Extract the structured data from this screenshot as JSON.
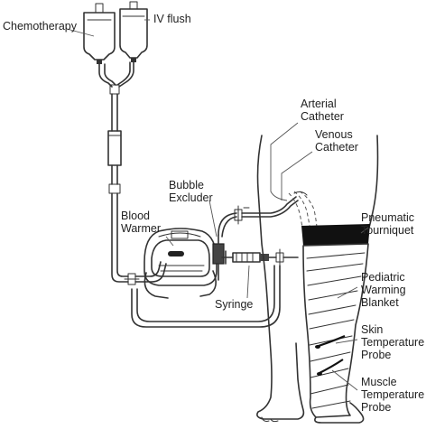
{
  "labels": {
    "chemotherapy": "Chemotherapy",
    "iv_flush": "IV flush",
    "arterial_catheter": [
      "Arterial",
      "Catheter"
    ],
    "venous_catheter": [
      "Venous",
      "Catheter"
    ],
    "bubble_excluder": [
      "Bubble",
      "Excluder"
    ],
    "blood_warmer": [
      "Blood",
      "Warmer"
    ],
    "pneumatic_tourniquet": [
      "Pneumatic",
      "Tourniquet"
    ],
    "pediatric_warming_blanket": [
      "Pediatric",
      "Warming",
      "Blanket"
    ],
    "skin_temperature_probe": [
      "Skin",
      "Temperature",
      "Probe"
    ],
    "muscle_temperature_probe": [
      "Muscle",
      "Temperature",
      "Probe"
    ],
    "syringe": "Syringe"
  },
  "colors": {
    "line": "#333333",
    "tourniquet": "#111111",
    "background": "#ffffff"
  }
}
